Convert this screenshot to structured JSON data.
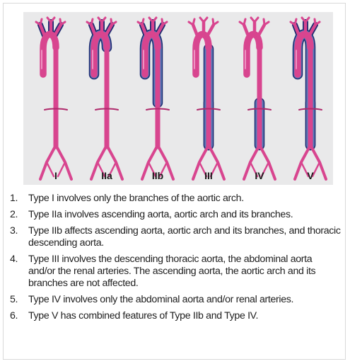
{
  "colors": {
    "artery": "#d8458f",
    "artery_dark": "#b02a6c",
    "outline": "#1d2a70",
    "dissection_fill": "#5a7ab8",
    "background_panel": "#e9e9ea"
  },
  "figure": {
    "labels": [
      "I",
      "IIa",
      "IIb",
      "III",
      "IV",
      "V"
    ]
  },
  "list": {
    "items": [
      {
        "number": "1.",
        "text": "Type I involves only the branches of the aortic arch."
      },
      {
        "number": "2.",
        "text": "Type IIa involves ascending aorta, aortic arch and its branches."
      },
      {
        "number": "3.",
        "text": "Type IIb affects ascending aorta, aortic arch and its branches, and thoracic descending aorta."
      },
      {
        "number": "4.",
        "text": "Type III involves the descending thoracic aorta, the abdominal aorta and/or the renal arteries. The ascending aorta, the aortic arch and its branches are not affected."
      },
      {
        "number": "5.",
        "text": "Type IV involves only the abdominal aorta and/or renal arteries."
      },
      {
        "number": "6.",
        "text": "Type V has combined features of Type IIb and Type IV."
      }
    ]
  }
}
